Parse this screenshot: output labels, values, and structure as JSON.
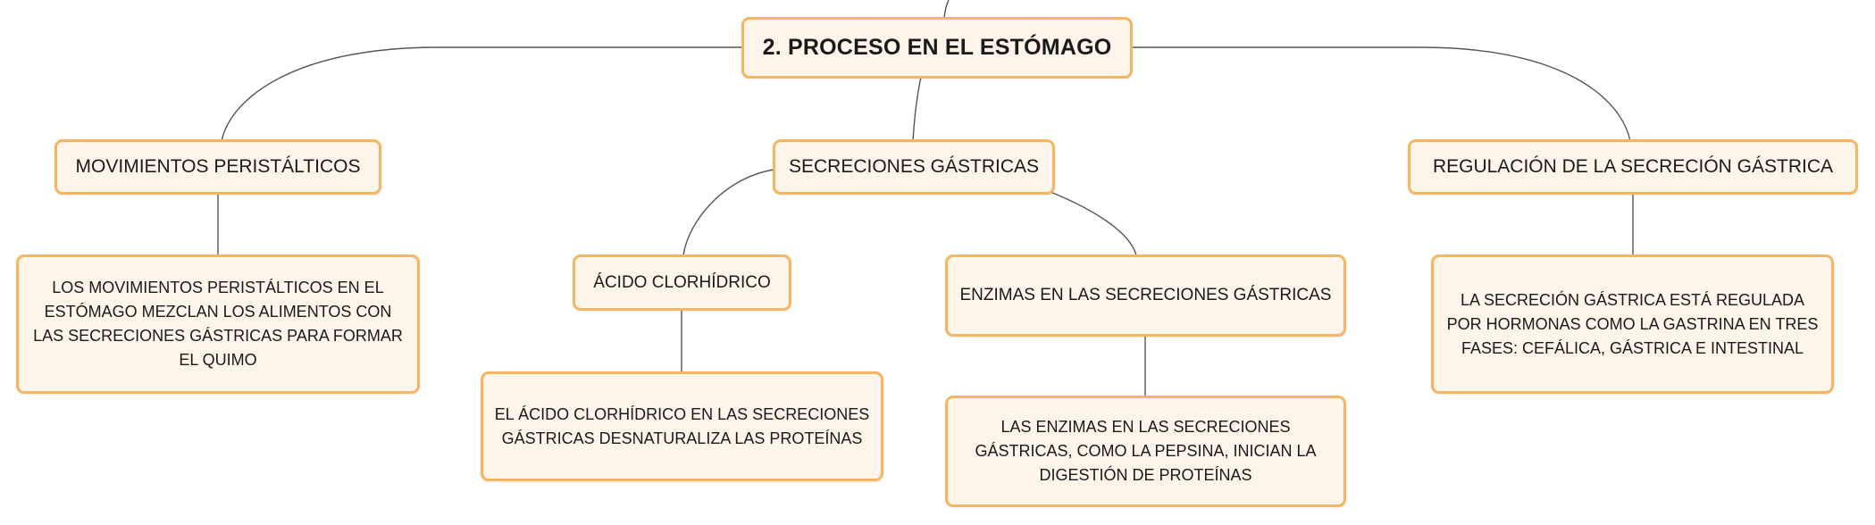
{
  "mindmap": {
    "root": "2. PROCESO EN EL ESTÓMAGO",
    "branches": {
      "peristalticos": {
        "title": "MOVIMIENTOS PERISTÁLTICOS",
        "detail": "LOS MOVIMIENTOS PERISTÁLTICOS EN EL ESTÓMAGO MEZCLAN LOS ALIMENTOS CON LAS SECRECIONES GÁSTRICAS PARA FORMAR EL QUIMO"
      },
      "secreciones": {
        "title": "SECRECIONES GÁSTRICAS",
        "acido": {
          "title": "ÁCIDO CLORHÍDRICO",
          "detail": "EL ÁCIDO CLORHÍDRICO EN LAS SECRECIONES GÁSTRICAS DESNATURALIZA LAS PROTEÍNAS"
        },
        "enzimas": {
          "title": "ENZIMAS EN LAS SECRECIONES GÁSTRICAS",
          "detail": "LAS ENZIMAS EN LAS SECRECIONES GÁSTRICAS, COMO LA PEPSINA, INICIAN LA DIGESTIÓN DE PROTEÍNAS"
        }
      },
      "regulacion": {
        "title": "REGULACIÓN DE LA SECRECIÓN GÁSTRICA",
        "detail": "LA SECRECIÓN GÁSTRICA ESTÁ REGULADA POR HORMONAS COMO LA GASTRINA EN TRES FASES: CEFÁLICA, GÁSTRICA E INTESTINAL"
      }
    },
    "colors": {
      "node_fill": "#fdf4ea",
      "node_border": "#f6b560",
      "connector": "#555555",
      "text": "#1a1a1a"
    }
  }
}
